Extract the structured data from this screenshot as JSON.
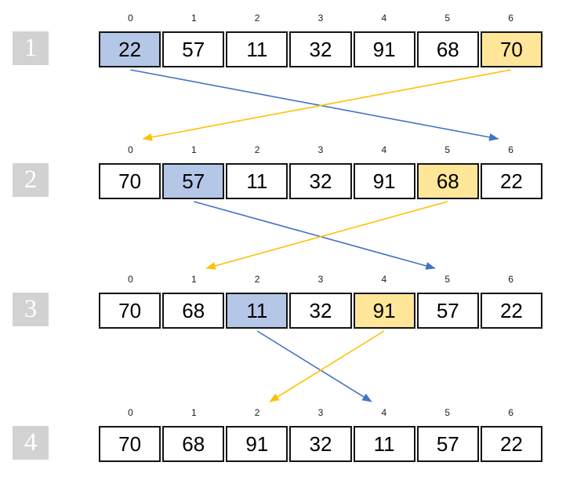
{
  "title": "array-reverse-swap-diagram",
  "index_labels": [
    "0",
    "1",
    "2",
    "3",
    "4",
    "5",
    "6"
  ],
  "rows": [
    {
      "step": "1",
      "values": [
        "22",
        "57",
        "11",
        "32",
        "91",
        "68",
        "70"
      ],
      "highlights": {
        "0": "blue",
        "6": "yellow"
      }
    },
    {
      "step": "2",
      "values": [
        "70",
        "57",
        "11",
        "32",
        "91",
        "68",
        "22"
      ],
      "highlights": {
        "1": "blue",
        "5": "yellow"
      }
    },
    {
      "step": "3",
      "values": [
        "70",
        "68",
        "11",
        "32",
        "91",
        "57",
        "22"
      ],
      "highlights": {
        "2": "blue",
        "4": "yellow"
      }
    },
    {
      "step": "4",
      "values": [
        "70",
        "68",
        "91",
        "32",
        "11",
        "57",
        "22"
      ],
      "highlights": {}
    }
  ],
  "swaps": [
    {
      "from_row": 0,
      "from_index": 0,
      "to_row": 1,
      "to_index": 6,
      "color": "blue"
    },
    {
      "from_row": 0,
      "from_index": 6,
      "to_row": 1,
      "to_index": 0,
      "color": "gold"
    },
    {
      "from_row": 1,
      "from_index": 1,
      "to_row": 2,
      "to_index": 5,
      "color": "blue"
    },
    {
      "from_row": 1,
      "from_index": 5,
      "to_row": 2,
      "to_index": 1,
      "color": "gold"
    },
    {
      "from_row": 2,
      "from_index": 2,
      "to_row": 3,
      "to_index": 4,
      "color": "blue"
    },
    {
      "from_row": 2,
      "from_index": 4,
      "to_row": 3,
      "to_index": 2,
      "color": "gold"
    }
  ],
  "palette": {
    "highlight_blue": "#B4C7E7",
    "highlight_yellow": "#FFE699",
    "arrow_blue": "#4472C4",
    "arrow_gold": "#FFC000",
    "step_box_gray": "#D2D2D2",
    "cell_border": "#141414"
  }
}
